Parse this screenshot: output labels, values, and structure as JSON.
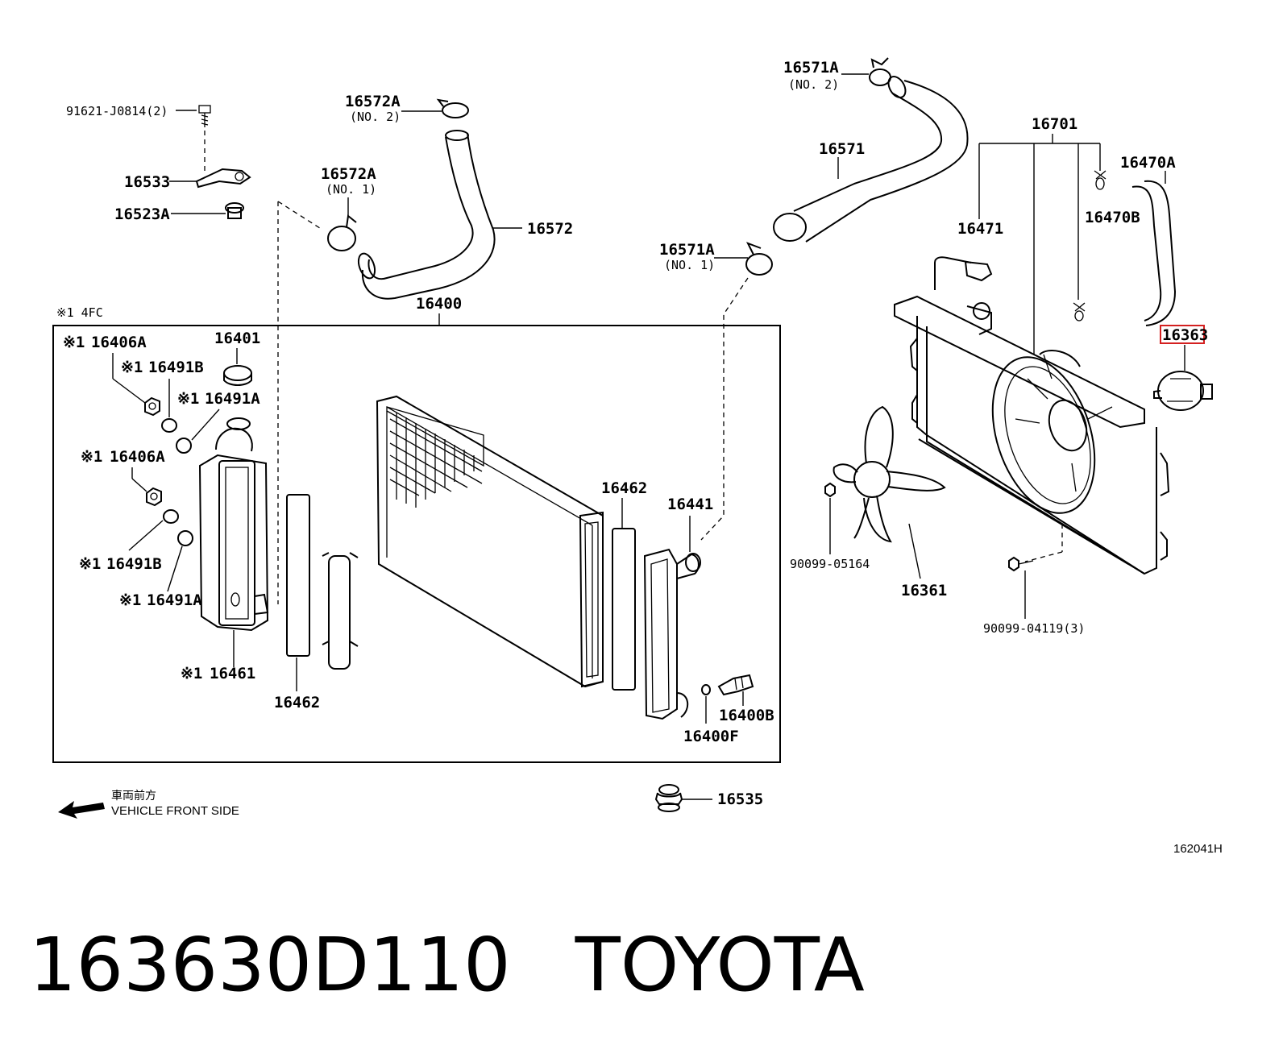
{
  "labels": {
    "bolt_91621": "91621-J0814(2)",
    "p16533": "16533",
    "p16523A": "16523A",
    "clamp_16572A_no2": "16572A",
    "clamp_16572A_no2_sub": "(NO. 2)",
    "clamp_16572A_no1": "16572A",
    "clamp_16572A_no1_sub": "(NO. 1)",
    "hose_16572": "16572",
    "clamp_16571A_no2": "16571A",
    "clamp_16571A_no2_sub": "(NO. 2)",
    "hose_16571": "16571",
    "clamp_16571A_no1": "16571A",
    "clamp_16571A_no1_sub": "(NO. 1)",
    "p16701": "16701",
    "p16470A": "16470A",
    "p16471": "16471",
    "p16470B": "16470B",
    "p16363": "16363",
    "note_4fc": "※1   4FC",
    "radiator_16400": "16400",
    "nut_16406A_top": "16406A",
    "mark_16406A_top": "※1",
    "cap_16401": "16401",
    "washer_16491B_top": "16491B",
    "mark_16491B_top": "※1",
    "oring_16491A_top": "16491A",
    "mark_16491A_top": "※1",
    "nut_16406A_mid": "16406A",
    "mark_16406A_mid": "※1",
    "washer_16491B_mid": "16491B",
    "mark_16491B_mid": "※1",
    "oring_16491A_mid": "16491A",
    "mark_16491A_mid": "※1",
    "tank_16461": "16461",
    "mark_16461": "※1",
    "gasket_16462_left": "16462",
    "gasket_16462_right": "16462",
    "tank_16441": "16441",
    "drain_16400B": "16400B",
    "oring_16400F": "16400F",
    "nut_90099_05164": "90099-05164",
    "fan_16361": "16361",
    "bolt_90099_04119": "90099-04119(3)",
    "cushion_16535": "16535",
    "front_jp": "車両前方",
    "front_en": "VEHICLE FRONT SIDE",
    "figure_no": "162041H"
  },
  "highlight_color": "#d42020",
  "caption": {
    "part_number": "163630D110",
    "brand": "TOYOTA"
  }
}
